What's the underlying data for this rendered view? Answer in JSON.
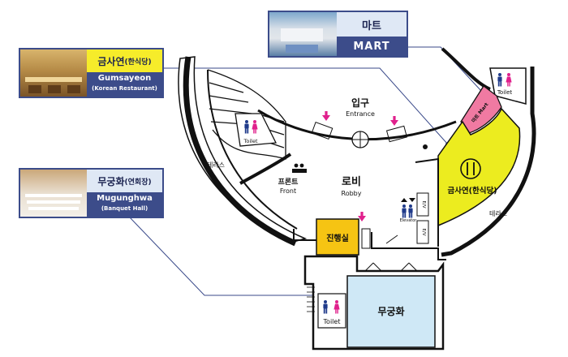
{
  "callouts": {
    "mart": {
      "kor": "마트",
      "eng": "MART"
    },
    "gumsayeon": {
      "kor": "금사연",
      "kor_sub": "(한식당)",
      "eng": "Gumsayeon",
      "eng_sub": "(Korean Restaurant)"
    },
    "mugunghwa": {
      "kor": "무궁화",
      "kor_sub": "(연회장)",
      "eng": "Mugunghwa",
      "eng_sub": "(Banquet Hall)"
    }
  },
  "map": {
    "entrance_kor": "입구",
    "entrance_eng": "Entrance",
    "lobby_kor": "로비",
    "lobby_eng": "Robby",
    "front_kor": "프론트",
    "front_eng": "Front",
    "terrace_left": "테라스",
    "terrace_right": "테라스",
    "toilet_top_left": "Toilet",
    "toilet_top_right": "Toilet",
    "toilet_bottom": "Toilet",
    "mart_room": "마트 Mart",
    "restaurant_room": "금사연(한식당)",
    "office_room": "진행실",
    "banquet_room": "무궁화",
    "elevator_label": "Elevator",
    "ev_label_1": "E/V",
    "ev_label_2": "E/V"
  },
  "colors": {
    "restaurant": "#ecec1f",
    "mart": "#f07aa2",
    "office": "#f6c413",
    "banquet": "#cfe8f6",
    "callout_band": "#3c4c8a",
    "callout_top": "#dfe8f5",
    "callout_yellow": "#f6ec2a",
    "arrow": "#e0208c",
    "leader": "#3a4a8a"
  }
}
